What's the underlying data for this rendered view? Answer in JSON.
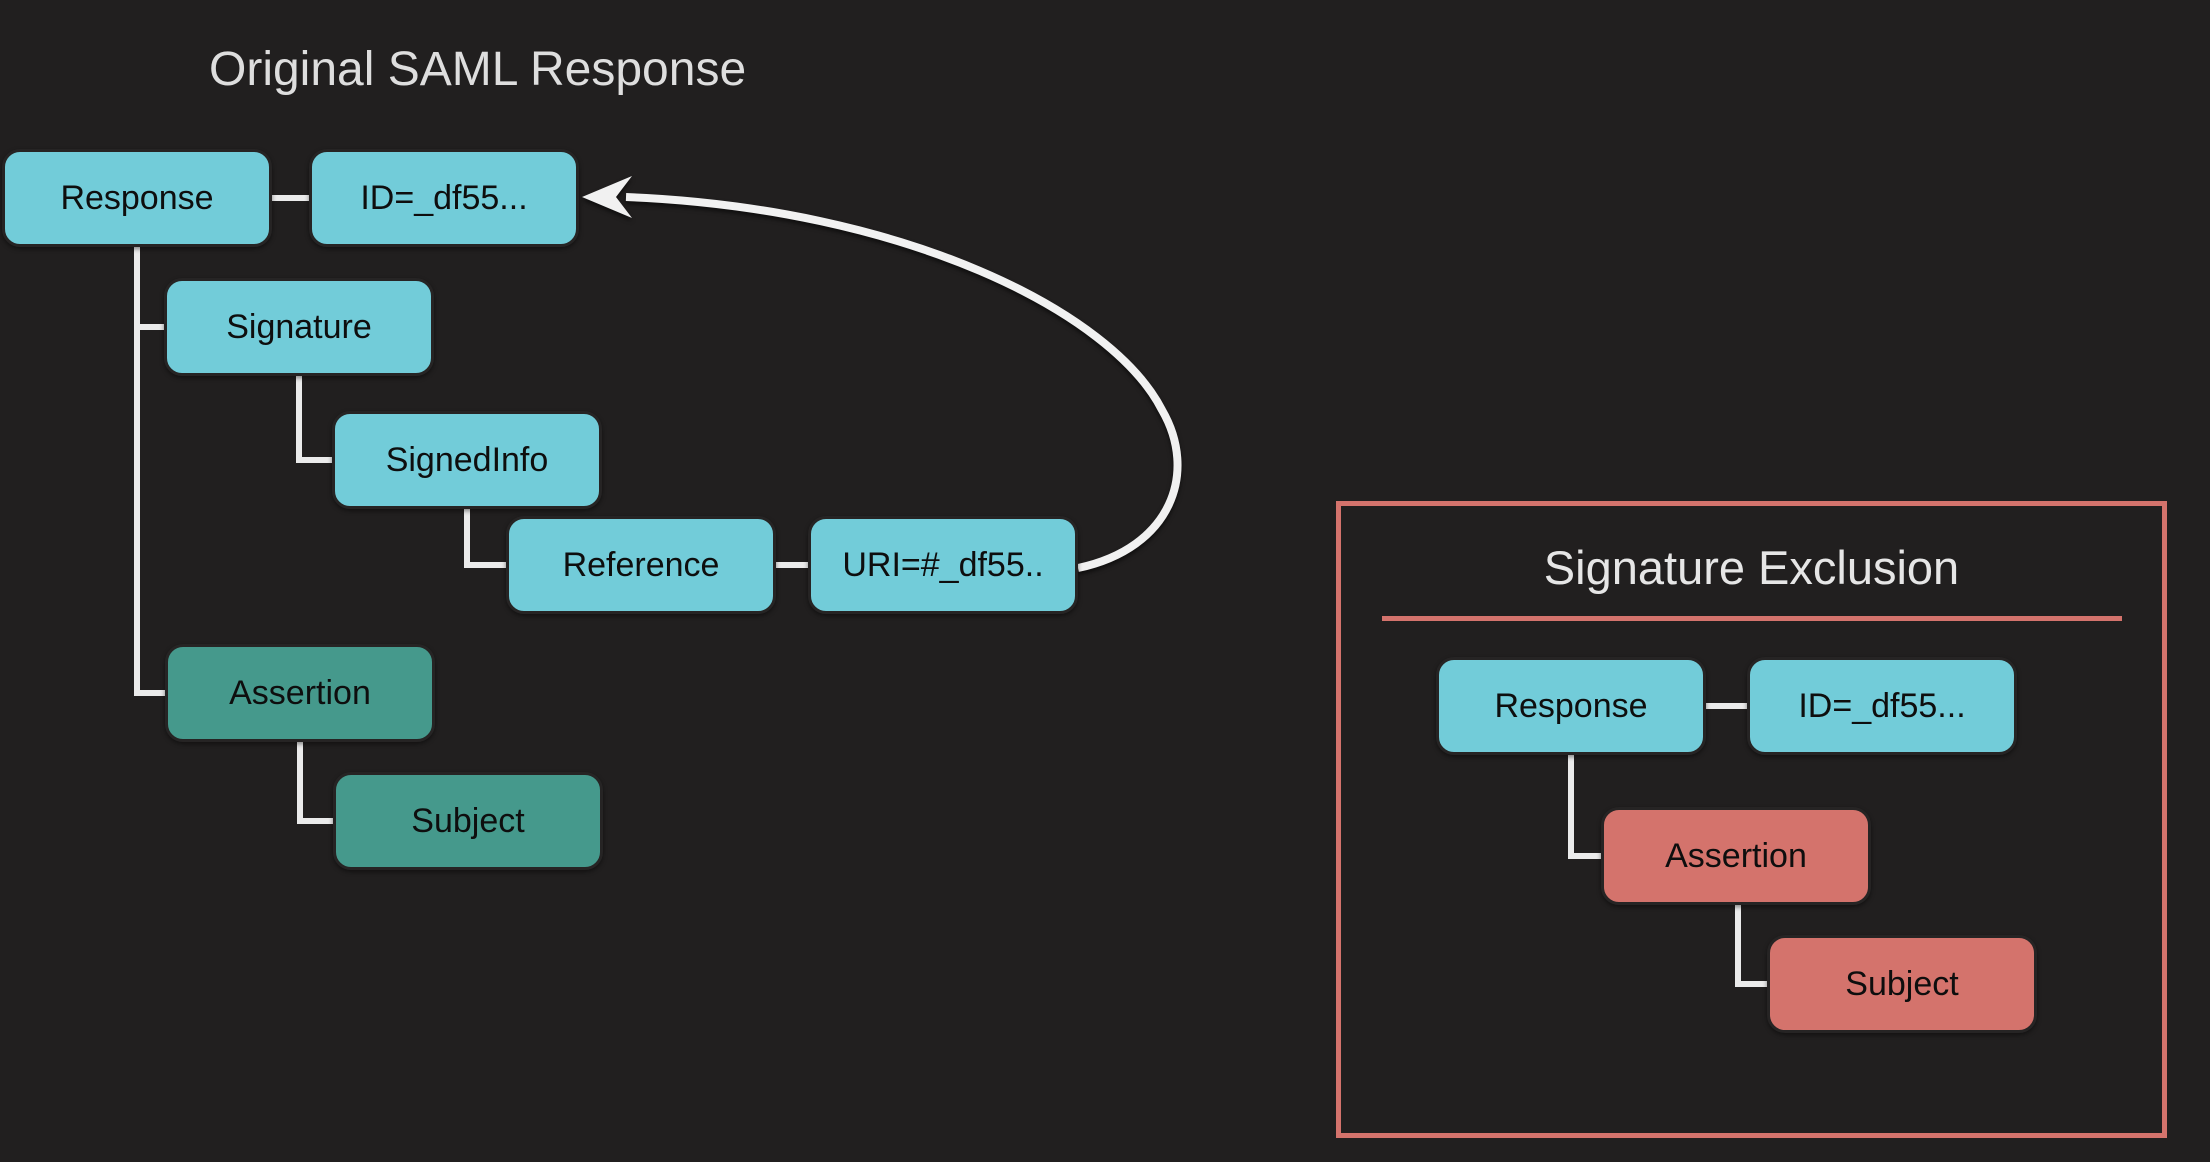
{
  "colors": {
    "background": "#211f1f",
    "node_cyan": "#72ccd9",
    "node_green": "#45998c",
    "node_salmon": "#d4736c",
    "panel_border": "#d4736c",
    "connector": "#ebebeb",
    "arrow": "#f1f1f1",
    "node_text": "#0e0e0e",
    "title_text": "#dedede"
  },
  "left_diagram": {
    "title": "Original SAML Response",
    "nodes": {
      "response": {
        "label": "Response"
      },
      "id_attr": {
        "label": "ID=_df55..."
      },
      "signature": {
        "label": "Signature"
      },
      "signedinfo": {
        "label": "SignedInfo"
      },
      "reference": {
        "label": "Reference"
      },
      "uri_attr": {
        "label": "URI=#_df55.."
      },
      "assertion": {
        "label": "Assertion"
      },
      "subject": {
        "label": "Subject"
      }
    }
  },
  "right_panel": {
    "title": "Signature Exclusion",
    "nodes": {
      "response": {
        "label": "Response"
      },
      "id_attr": {
        "label": "ID=_df55..."
      },
      "assertion": {
        "label": "Assertion"
      },
      "subject": {
        "label": "Subject"
      }
    }
  }
}
